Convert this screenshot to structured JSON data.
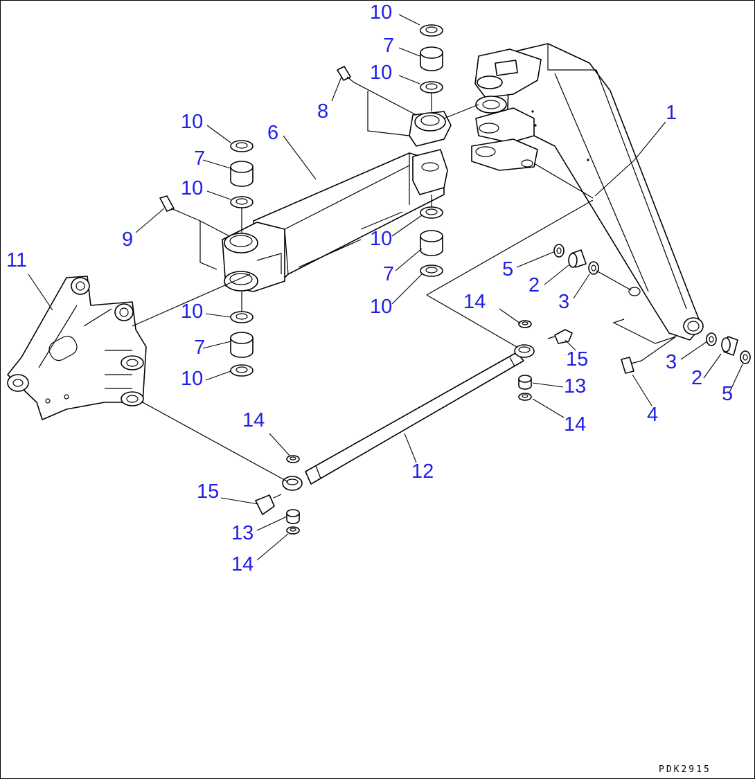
{
  "callouts": [
    {
      "id": "c-10-a",
      "label": "10"
    },
    {
      "id": "c-7-a",
      "label": "7"
    },
    {
      "id": "c-10-b",
      "label": "10"
    },
    {
      "id": "c-8",
      "label": "8"
    },
    {
      "id": "c-1",
      "label": "1"
    },
    {
      "id": "c-10-c",
      "label": "10"
    },
    {
      "id": "c-6",
      "label": "6"
    },
    {
      "id": "c-7-b",
      "label": "7"
    },
    {
      "id": "c-10-d",
      "label": "10"
    },
    {
      "id": "c-9",
      "label": "9"
    },
    {
      "id": "c-11",
      "label": "11"
    },
    {
      "id": "c-10-e",
      "label": "10"
    },
    {
      "id": "c-7-c",
      "label": "7"
    },
    {
      "id": "c-10-f",
      "label": "10"
    },
    {
      "id": "c-5-a",
      "label": "5"
    },
    {
      "id": "c-2-a",
      "label": "2"
    },
    {
      "id": "c-3-a",
      "label": "3"
    },
    {
      "id": "c-10-g",
      "label": "10"
    },
    {
      "id": "c-7-d",
      "label": "7"
    },
    {
      "id": "c-10-h",
      "label": "10"
    },
    {
      "id": "c-14-a",
      "label": "14"
    },
    {
      "id": "c-15-a",
      "label": "15"
    },
    {
      "id": "c-13-a",
      "label": "13"
    },
    {
      "id": "c-14-b",
      "label": "14"
    },
    {
      "id": "c-3-b",
      "label": "3"
    },
    {
      "id": "c-2-b",
      "label": "2"
    },
    {
      "id": "c-5-b",
      "label": "5"
    },
    {
      "id": "c-4",
      "label": "4"
    },
    {
      "id": "c-14-c",
      "label": "14"
    },
    {
      "id": "c-12",
      "label": "12"
    },
    {
      "id": "c-15-b",
      "label": "15"
    },
    {
      "id": "c-13-b",
      "label": "13"
    },
    {
      "id": "c-14-d",
      "label": "14"
    }
  ],
  "drawing_code": "PDK2915",
  "colors": {
    "callout": "#1e1ee6",
    "line": "#000000",
    "background": "#ffffff"
  }
}
